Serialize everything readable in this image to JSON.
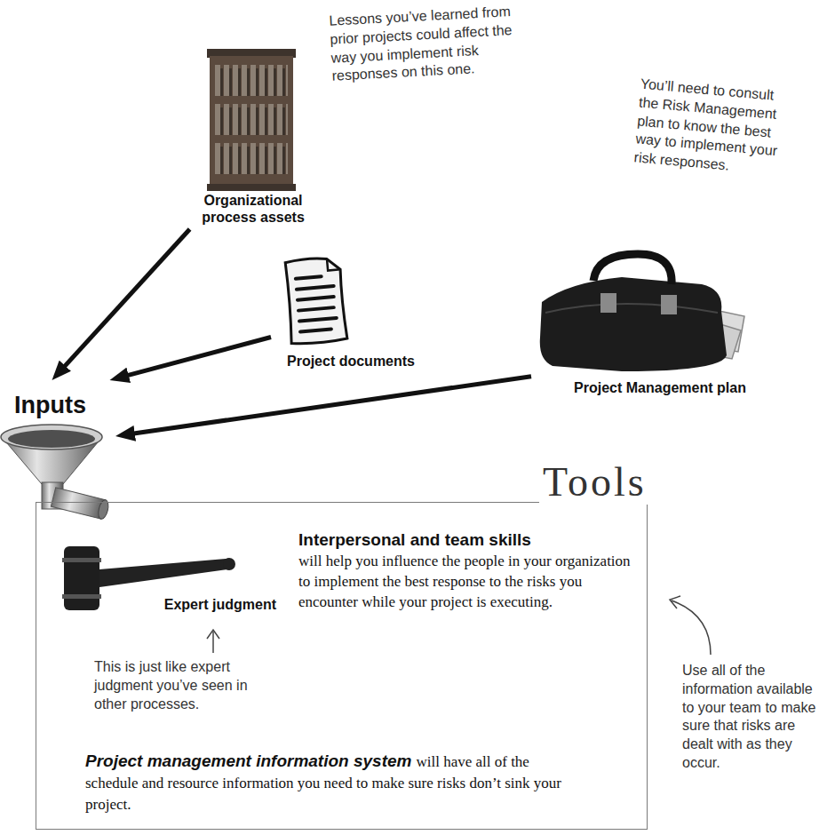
{
  "diagram": {
    "nodes": [
      {
        "text": [
          "Organizational process assets"
        ]
      },
      {
        "text": [
          "Project documents"
        ]
      },
      {
        "text": [
          "Project Management plan"
        ]
      },
      {
        "text": [
          "Inputs"
        ]
      },
      {
        "text": [
          "Tools"
        ]
      },
      {
        "text": [
          "Expert judgment"
        ],
        "in": 4
      }
    ],
    "edges": [
      {
        "from": 0,
        "to": 3,
        "arrow": "to"
      },
      {
        "from": 1,
        "to": 3,
        "arrow": "to"
      },
      {
        "from": 2,
        "to": 3,
        "arrow": "to"
      }
    ],
    "labels": [
      "Lessons you’ve learned from prior projects could affect the way you implement risk responses on this one.",
      "You’ll need to consult the Risk Management plan to know the best way to implement your risk responses.",
      "Interpersonal and team skills",
      "will help you influence the people in your organization to implement the best response to the risks you encounter while your project is executing.",
      "This is just like expert judgment you’ve seen in other processes.",
      "Use all of the information available to your team to make sure that risks are dealt with as they occur.",
      "Project management information system",
      "will have all of the schedule and resource information you need to make sure risks don’t sink your project."
    ]
  }
}
